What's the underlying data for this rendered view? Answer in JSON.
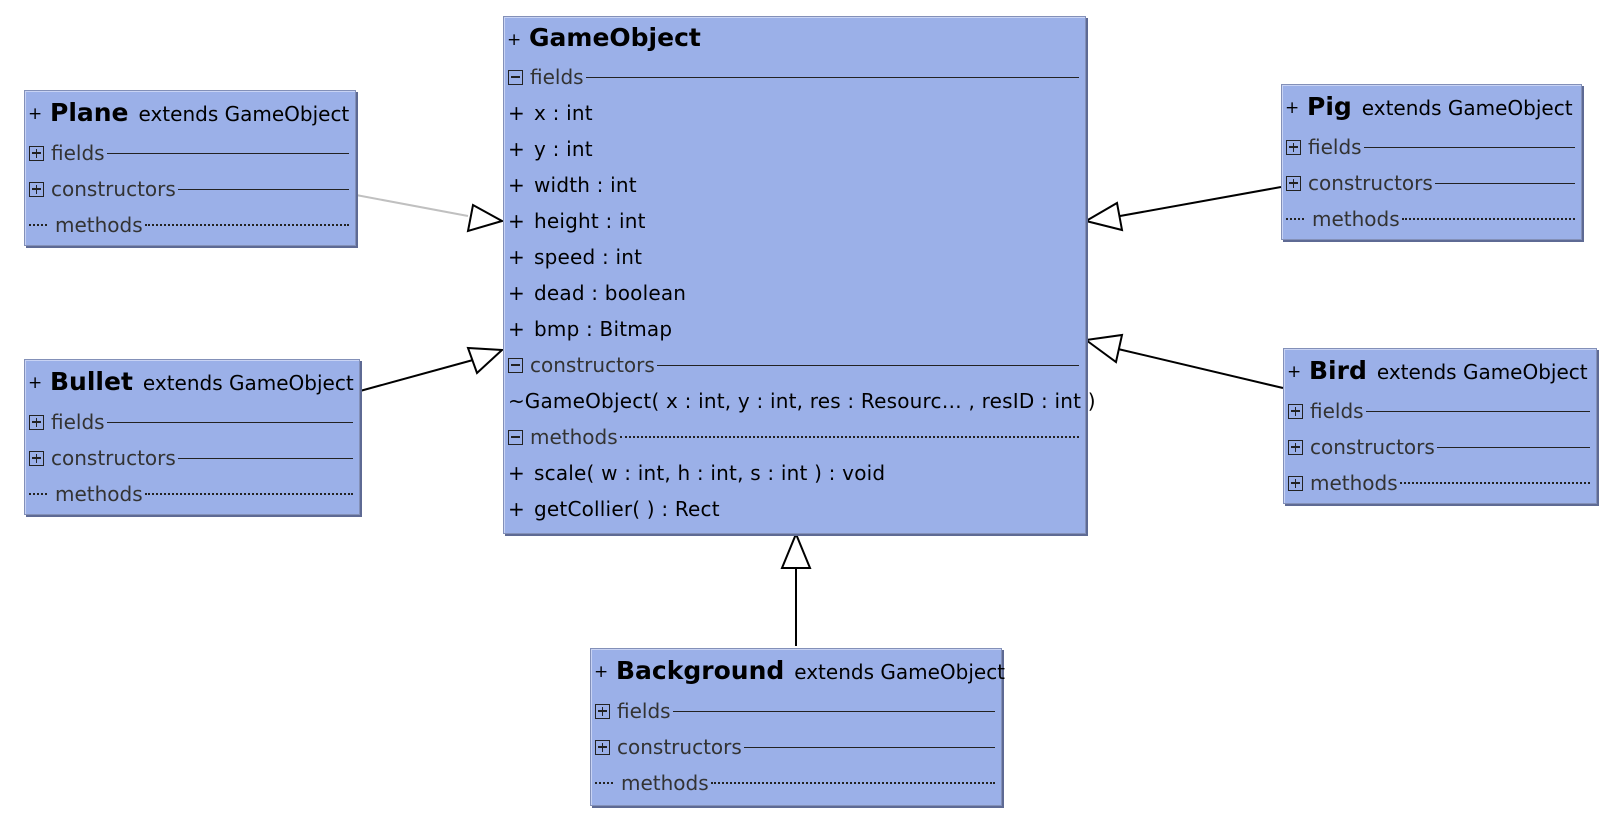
{
  "main_class": {
    "visibility": "+",
    "name": "GameObject",
    "sections": {
      "fields": {
        "label": "fields",
        "expanded": true
      },
      "constructors": {
        "label": "constructors",
        "expanded": true
      },
      "methods": {
        "label": "methods",
        "expanded": true
      }
    },
    "fields": [
      {
        "vis": "+",
        "text": "x : int"
      },
      {
        "vis": "+",
        "text": "y : int"
      },
      {
        "vis": "+",
        "text": "width : int"
      },
      {
        "vis": "+",
        "text": "height : int"
      },
      {
        "vis": "+",
        "text": "speed : int"
      },
      {
        "vis": "+",
        "text": "dead : boolean"
      },
      {
        "vis": "+",
        "text": "bmp : Bitmap"
      }
    ],
    "constructors": [
      {
        "vis": "~",
        "text": "GameObject( x : int,  y : int,  res : Resourc… ,  resID : int )"
      }
    ],
    "methods": [
      {
        "vis": "+",
        "text": "scale( w : int,  h : int,  s : int ) : void"
      },
      {
        "vis": "+",
        "text": "getCollier( ) : Rect"
      }
    ]
  },
  "subclasses": {
    "plane": {
      "visibility": "+",
      "name": "Plane",
      "extends": "extends GameObject",
      "fields": "fields",
      "constructors": "constructors",
      "methods": "methods"
    },
    "bullet": {
      "visibility": "+",
      "name": "Bullet",
      "extends": "extends GameObject",
      "fields": "fields",
      "constructors": "constructors",
      "methods": "methods"
    },
    "pig": {
      "visibility": "+",
      "name": "Pig",
      "extends": "extends GameObject",
      "fields": "fields",
      "constructors": "constructors",
      "methods": "methods"
    },
    "bird": {
      "visibility": "+",
      "name": "Bird",
      "extends": "extends GameObject",
      "fields": "fields",
      "constructors": "constructors",
      "methods": "methods"
    },
    "background": {
      "visibility": "+",
      "name": "Background",
      "extends": "extends GameObject",
      "fields": "fields",
      "constructors": "constructors",
      "methods": "methods"
    }
  },
  "colors": {
    "class_fill": "#9bb0e8",
    "class_border": "#8390b8",
    "edge": "#000000",
    "edge_selected": "#c0c0c0"
  }
}
